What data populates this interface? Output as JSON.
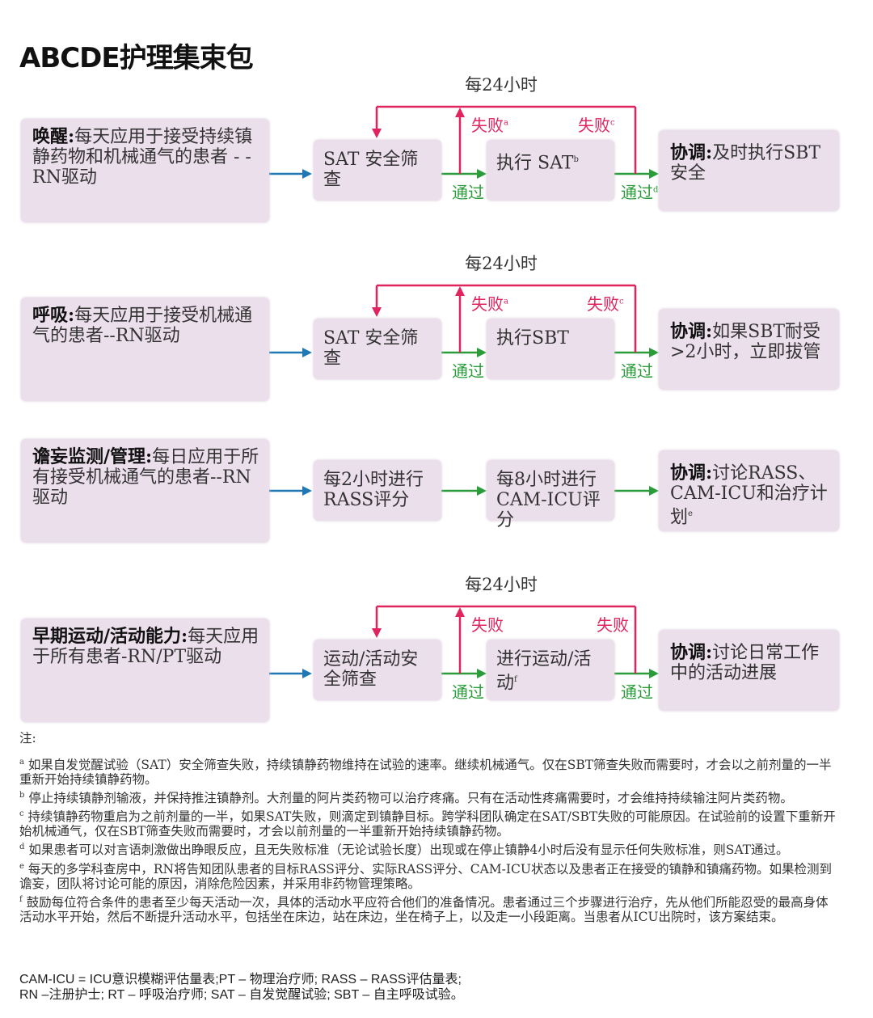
{
  "title": "ABCDE护理集束包",
  "colors": {
    "box": "#ecdfec",
    "fail": "#e0245e",
    "pass": "#2a9d3a",
    "entry_arrow": "#1f78b4"
  },
  "rows": [
    {
      "every": "每24小时",
      "left_bold": "唤醒:",
      "left_text": "每天应用于接受持续镇静药物和机械通气的患者 - - RN驱动",
      "mid1": "SAT  安全筛查",
      "mid1_sup": "",
      "mid2": "执行  SAT",
      "mid2_sup": "b",
      "right_bold": "协调:",
      "right_text": "及时执行SBT安全",
      "right_sup": "",
      "fail1": "失败",
      "fail1_sup": "a",
      "fail2": "失败",
      "fail2_sup": "c",
      "pass1": "通过",
      "pass1_sup": "",
      "pass2": "通过",
      "pass2_sup": "d",
      "loop": true
    },
    {
      "every": "每24小时",
      "left_bold": "呼吸:",
      "left_text": "每天应用于接受机械通气的患者--RN驱动",
      "mid1": "SAT  安全筛查",
      "mid1_sup": "",
      "mid2": "执行SBT",
      "mid2_sup": "",
      "right_bold": "协调:",
      "right_text": "如果SBT耐受>2小时，立即拔管",
      "right_sup": "",
      "fail1": "失败",
      "fail1_sup": "a",
      "fail2": "失败",
      "fail2_sup": "c",
      "pass1": "通过",
      "pass1_sup": "",
      "pass2": "通过",
      "pass2_sup": "",
      "loop": true
    },
    {
      "every": "",
      "left_bold": "谵妄监测/管理:",
      "left_text": "每日应用于所有接受机械通气的患者--RN驱动",
      "mid1": "每2小时进行RASS评分",
      "mid1_sup": "",
      "mid2": "每8小时进行CAM-ICU评分",
      "mid2_sup": "",
      "right_bold": "协调:",
      "right_text": "讨论RASS、CAM-ICU和治疗计划",
      "right_sup": "e",
      "fail1": "",
      "fail1_sup": "",
      "fail2": "",
      "fail2_sup": "",
      "pass1": "",
      "pass1_sup": "",
      "pass2": "",
      "pass2_sup": "",
      "loop": false
    },
    {
      "every": "每24小时",
      "left_bold": "早期运动/活动能力:",
      "left_text": "每天应用于所有患者-RN/PT驱动",
      "mid1": "运动/活动安全筛查",
      "mid1_sup": "",
      "mid2": "进行运动/活动",
      "mid2_sup": "f",
      "right_bold": "协调:",
      "right_text": "讨论日常工作中的活动进展",
      "right_sup": "",
      "fail1": "失败",
      "fail1_sup": "",
      "fail2": "失败",
      "fail2_sup": "",
      "pass1": "通过",
      "pass1_sup": "",
      "pass2": "通过",
      "pass2_sup": "",
      "loop": true
    }
  ],
  "notes": {
    "heading": "注:",
    "items": [
      {
        "mark": "a",
        "text": "如果自发觉醒试验（SAT）安全筛查失败，持续镇静药物维持在试验的速率。继续机械通气。仅在SBT筛查失败而需要时，才会以之前剂量的一半重新开始持续镇静药物。"
      },
      {
        "mark": "b",
        "text": "停止持续镇静剂输液，并保持推注镇静剂。大剂量的阿片类药物可以治疗疼痛。只有在活动性疼痛需要时，才会维持持续输注阿片类药物。"
      },
      {
        "mark": "c",
        "text": "持续镇静药物重启为之前剂量的一半，如果SAT失败，则滴定到镇静目标。跨学科团队确定在SAT/SBT失败的可能原因。在试验前的设置下重新开始机械通气，仅在SBT筛查失败而需要时，才会以前剂量的一半重新开始持续镇静药物。"
      },
      {
        "mark": "d",
        "text": "如果患者可以对言语刺激做出睁眼反应，且无失败标准（无论试验长度）出现或在停止镇静4小时后没有显示任何失败标准，则SAT通过。"
      },
      {
        "mark": "e",
        "text": "每天的多学科查房中，RN将告知团队患者的目标RASS评分、实际RASS评分、CAM-ICU状态以及患者正在接受的镇静和镇痛药物。如果检测到谵妄，团队将讨论可能的原因，消除危险因素，并采用非药物管理策略。"
      },
      {
        "mark": "f",
        "text": "鼓励每位符合条件的患者至少每天活动一次，具体的活动水平应符合他们的准备情况。患者通过三个步骤进行治疗，先从他们所能忍受的最高身体活动水平开始，然后不断提升活动水平，包括坐在床边，站在床边，坐在椅子上，以及走一小段距离。当患者从ICU出院时，该方案结束。"
      }
    ]
  },
  "abbr": {
    "line1": "CAM-ICU = ICU意识模糊评估量表;PT – 物理治疗师; RASS – RASS评估量表;",
    "line2": "RN –注册护士; RT – 呼吸治疗师; SAT – 自发觉醒试验; SBT – 自主呼吸试验。"
  }
}
